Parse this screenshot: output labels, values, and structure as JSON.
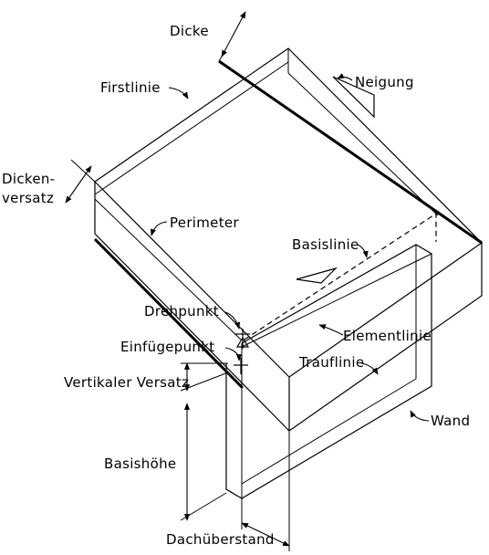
{
  "labels": {
    "dicke": "Dicke",
    "neigung": "Neigung",
    "firstlinie": "Firstlinie",
    "dicken": "Dicken-",
    "versatz": "versatz",
    "perimeter": "Perimeter",
    "basislinie": "Basislinie",
    "drehpunkt": "Drehpunkt",
    "elementlinie": "Elementlinie",
    "einfuegepunkt": "Einfügepunkt",
    "trauflinie": "Trauflinie",
    "vertikaler_versatz": "Vertikaler Versatz",
    "wand": "Wand",
    "basishoehe": "Basishöhe",
    "dachueberstand": "Dachüberstand"
  }
}
